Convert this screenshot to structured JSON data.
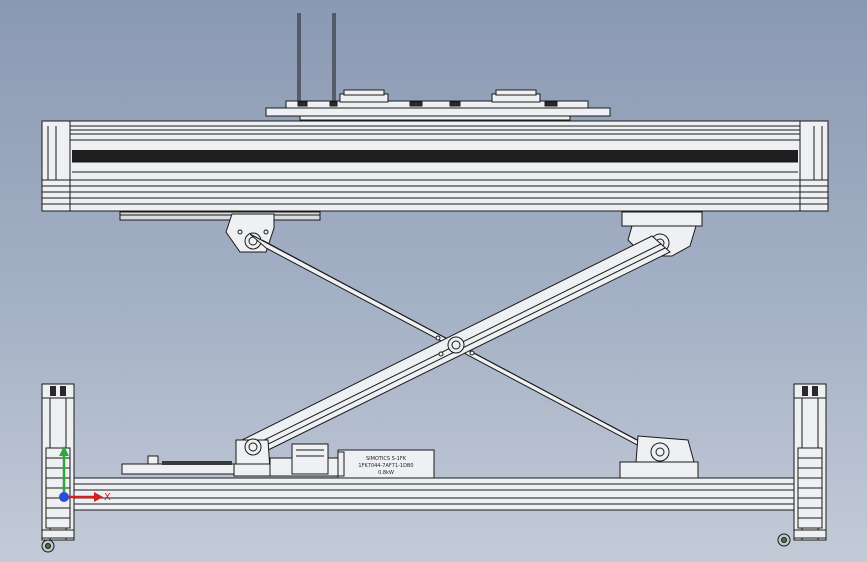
{
  "viewport": {
    "background_top": "#8a99b3",
    "background_bottom": "#c3cbd8"
  },
  "actuator_label": {
    "line1": "SIMOTICS S-1FK",
    "line2": "1FK7044-7AF71-1DB0",
    "line3": "0.8kW"
  },
  "triad": {
    "x_label": "X",
    "x_color": "#d21f1f",
    "y_color": "#2aa83a",
    "z_color": "#2a4bd2"
  }
}
